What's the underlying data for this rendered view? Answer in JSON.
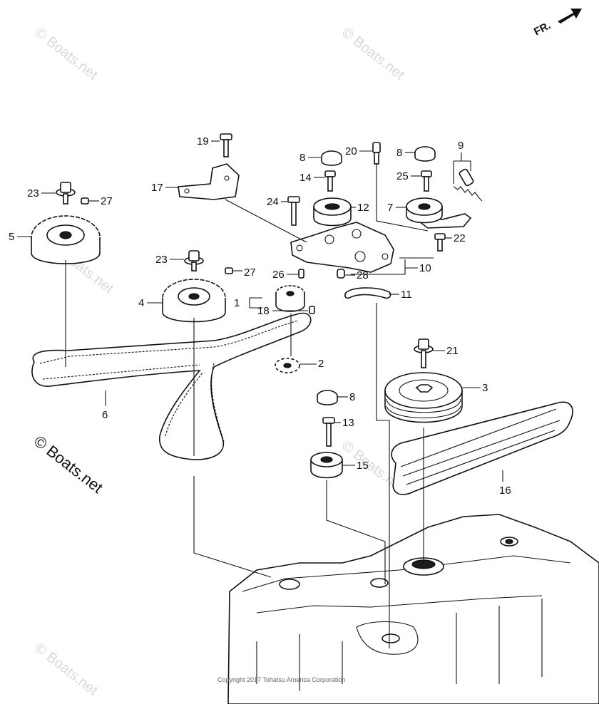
{
  "watermark": {
    "text": "© Boats.net",
    "main_text": "© Boats.net"
  },
  "orientation": {
    "label": "FR."
  },
  "copyright": "Copyright 2017 Tohatsu America Corporation",
  "callouts": {
    "c1": "1",
    "c2": "2",
    "c3": "3",
    "c4": "4",
    "c5": "5",
    "c6": "6",
    "c7": "7",
    "c8a": "8",
    "c8b": "8",
    "c8c": "8",
    "c9": "9",
    "c10": "10",
    "c11": "11",
    "c12": "12",
    "c13": "13",
    "c14": "14",
    "c15": "15",
    "c16": "16",
    "c17": "17",
    "c18": "18",
    "c19": "19",
    "c20": "20",
    "c21": "21",
    "c22": "22",
    "c23a": "23",
    "c23b": "23",
    "c24": "24",
    "c25": "25",
    "c26": "26",
    "c27a": "27",
    "c27b": "27",
    "c28": "28"
  }
}
